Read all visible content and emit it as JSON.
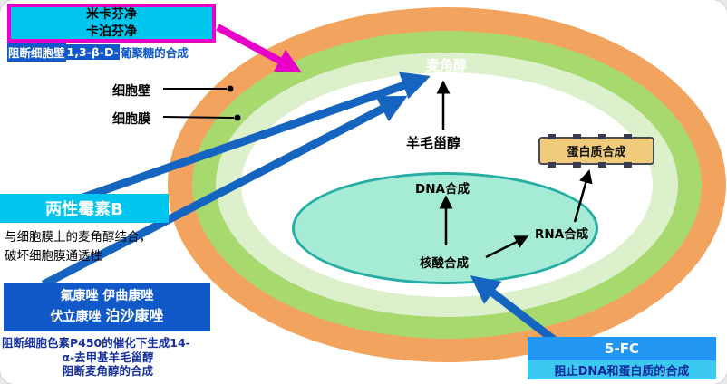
{
  "colors": {
    "cell_wall_orange": "#F2A45F",
    "membrane_green": "#A8D96E",
    "inner_pale_green": "#DCF0CC",
    "nucleus_teal_fill": "#A5EBD6",
    "nucleus_teal_border": "#27ADA4",
    "cyan_box": "#00C6EF",
    "blue_box": "#1159C8",
    "fc_blue_box": "#2196F3",
    "magenta_accent": "#E800C8",
    "arrow_blue": "#1565C0",
    "protein_box_tan": "#EFCB7B"
  },
  "echinocandins": {
    "drug_line1": "米卡芬净",
    "drug_line2": "卡泊芬净",
    "caption_part1": "阻断细胞壁",
    "caption_part2": "1,3-β-D-",
    "caption_part3": "葡聚糖的合成"
  },
  "cell": {
    "cell_wall_label": "细胞壁",
    "cell_membrane_label": "细胞膜",
    "ergosterol_label": "麦角醇",
    "lanosterol_label": "羊毛甾醇",
    "protein_synthesis_label": "蛋白质合成",
    "dna_synthesis_label": "DNA合成",
    "rna_synthesis_label": "RNA合成",
    "nucleic_acid_synthesis_label": "核酸合成"
  },
  "amphotericin": {
    "title": "两性霉素B",
    "desc_line1": "与细胞膜上的麦角醇结合，",
    "desc_line2": "破坏细胞膜通透性"
  },
  "azoles": {
    "drugs_line1": "氟康唑  伊曲康唑",
    "drugs_line2_part1": "伏立康唑 ",
    "drugs_line2_part2": "泊沙康唑",
    "desc_line1": "阻断细胞色素P450的催化下生成14-",
    "desc_line2": "α-去甲基羊毛甾醇",
    "desc_line3": "阻断麦角醇的合成"
  },
  "flucytosine": {
    "title": "5-FC",
    "desc": "阻止DNA和蛋白质的合成"
  }
}
